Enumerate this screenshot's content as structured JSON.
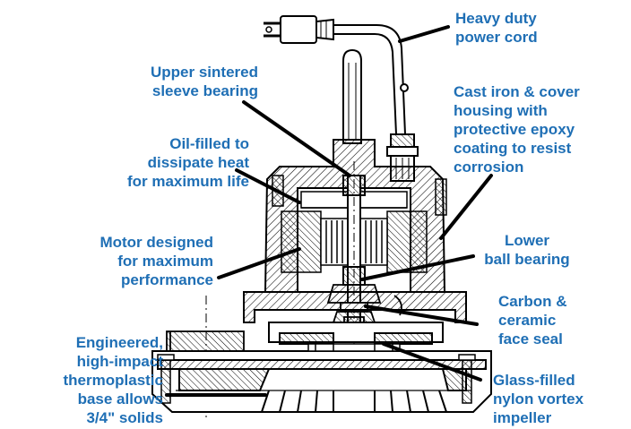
{
  "colors": {
    "label": "#1f6fb5",
    "line": "#000000",
    "background": "#ffffff"
  },
  "labels": {
    "power_cord": [
      "Heavy duty",
      "power cord"
    ],
    "upper_bearing": [
      "Upper sintered",
      "sleeve bearing"
    ],
    "cast_iron": [
      "Cast iron & cover",
      "housing with",
      "protective epoxy",
      "coating to resist",
      "corrosion"
    ],
    "oil_filled": [
      "Oil-filled to",
      "dissipate heat",
      "for maximum life"
    ],
    "motor": [
      "Motor designed",
      "for maximum",
      "performance"
    ],
    "lower_bearing": [
      "Lower",
      "ball bearing"
    ],
    "face_seal": [
      "Carbon &",
      "ceramic",
      "face seal"
    ],
    "base": [
      "Engineered,",
      "high-impact",
      "thermoplastic",
      "base allows",
      "3/4\" solids"
    ],
    "impeller": [
      "Glass-filled",
      "nylon vortex",
      "impeller"
    ]
  }
}
